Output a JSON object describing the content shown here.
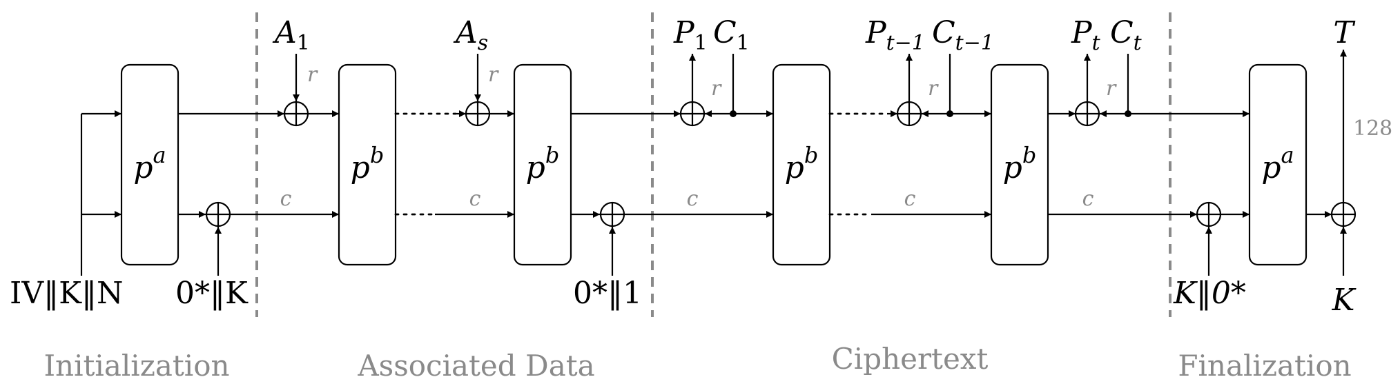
{
  "diagram": {
    "phases": [
      "Initialization",
      "Associated Data",
      "Ciphertext",
      "Finalization"
    ],
    "permutations": {
      "init": {
        "base": "p",
        "exp": "a"
      },
      "ad1": {
        "base": "p",
        "exp": "b"
      },
      "ad2": {
        "base": "p",
        "exp": "b"
      },
      "ct1": {
        "base": "p",
        "exp": "b"
      },
      "ct2": {
        "base": "p",
        "exp": "b"
      },
      "fin": {
        "base": "p",
        "exp": "a"
      }
    },
    "inputs": {
      "iv_k_n": "IV‖K‖N",
      "zero_k": "0*‖K",
      "zero_one": "0*‖1",
      "k_zero": "K‖0*",
      "k_final": "K"
    },
    "ad_blocks": {
      "a1": {
        "base": "A",
        "sub": "1"
      },
      "as": {
        "base": "A",
        "sub": "s"
      }
    },
    "ct_blocks": {
      "p1": {
        "base": "P",
        "sub": "1"
      },
      "c1": {
        "base": "C",
        "sub": "1"
      },
      "pt1": {
        "base": "P",
        "sub": "t−1"
      },
      "ct1": {
        "base": "C",
        "sub": "t−1"
      },
      "pt": {
        "base": "P",
        "sub": "t"
      },
      "ct": {
        "base": "C",
        "sub": "t"
      }
    },
    "output_tag": "T",
    "rate_label": "r",
    "capacity_label": "c",
    "tag_bits": "128"
  }
}
